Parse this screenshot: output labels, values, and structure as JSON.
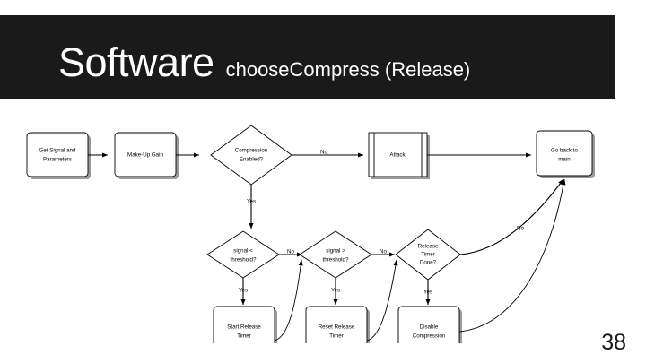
{
  "slide": {
    "title": "Software",
    "subtitle": "chooseCompress (Release)",
    "page_number": "38",
    "banner_color": "#1a1a1a",
    "text_color": "#ffffff",
    "background_color": "#ffffff"
  },
  "flowchart": {
    "nodes": [
      {
        "id": "get-signal",
        "label_lines": [
          "Get Signal and",
          "Parameters"
        ],
        "shape": "process"
      },
      {
        "id": "make-up-gain",
        "label_lines": [
          "Make-Up Gain"
        ],
        "shape": "process"
      },
      {
        "id": "compression-enabled",
        "label_lines": [
          "Compression",
          "Enabled?"
        ],
        "shape": "decision"
      },
      {
        "id": "attack",
        "label_lines": [
          "Attack"
        ],
        "shape": "predefined-process"
      },
      {
        "id": "go-back-to-main",
        "label_lines": [
          "Go back to",
          "main"
        ],
        "shape": "process"
      },
      {
        "id": "signal-less",
        "label_lines": [
          "signal <",
          "threshold?"
        ],
        "shape": "decision"
      },
      {
        "id": "signal-greater",
        "label_lines": [
          "signal >",
          "threshold?"
        ],
        "shape": "decision"
      },
      {
        "id": "release-timer-done",
        "label_lines": [
          "Release",
          "Timer",
          "Done?"
        ],
        "shape": "decision"
      },
      {
        "id": "start-release",
        "label_lines": [
          "Start Release",
          "Timer"
        ],
        "shape": "process"
      },
      {
        "id": "reset-release",
        "label_lines": [
          "Reset Release",
          "Timer"
        ],
        "shape": "process"
      },
      {
        "id": "disable-compression",
        "label_lines": [
          "Disable",
          "Compression"
        ],
        "shape": "process"
      }
    ],
    "edge_labels": {
      "compression_no": "No",
      "compression_yes": "Yes",
      "signal_less_no": "No",
      "signal_less_yes": "Yes",
      "signal_greater_no": "No",
      "signal_greater_yes": "Yes",
      "release_timer_no": "No",
      "release_timer_yes": "Yes"
    }
  }
}
